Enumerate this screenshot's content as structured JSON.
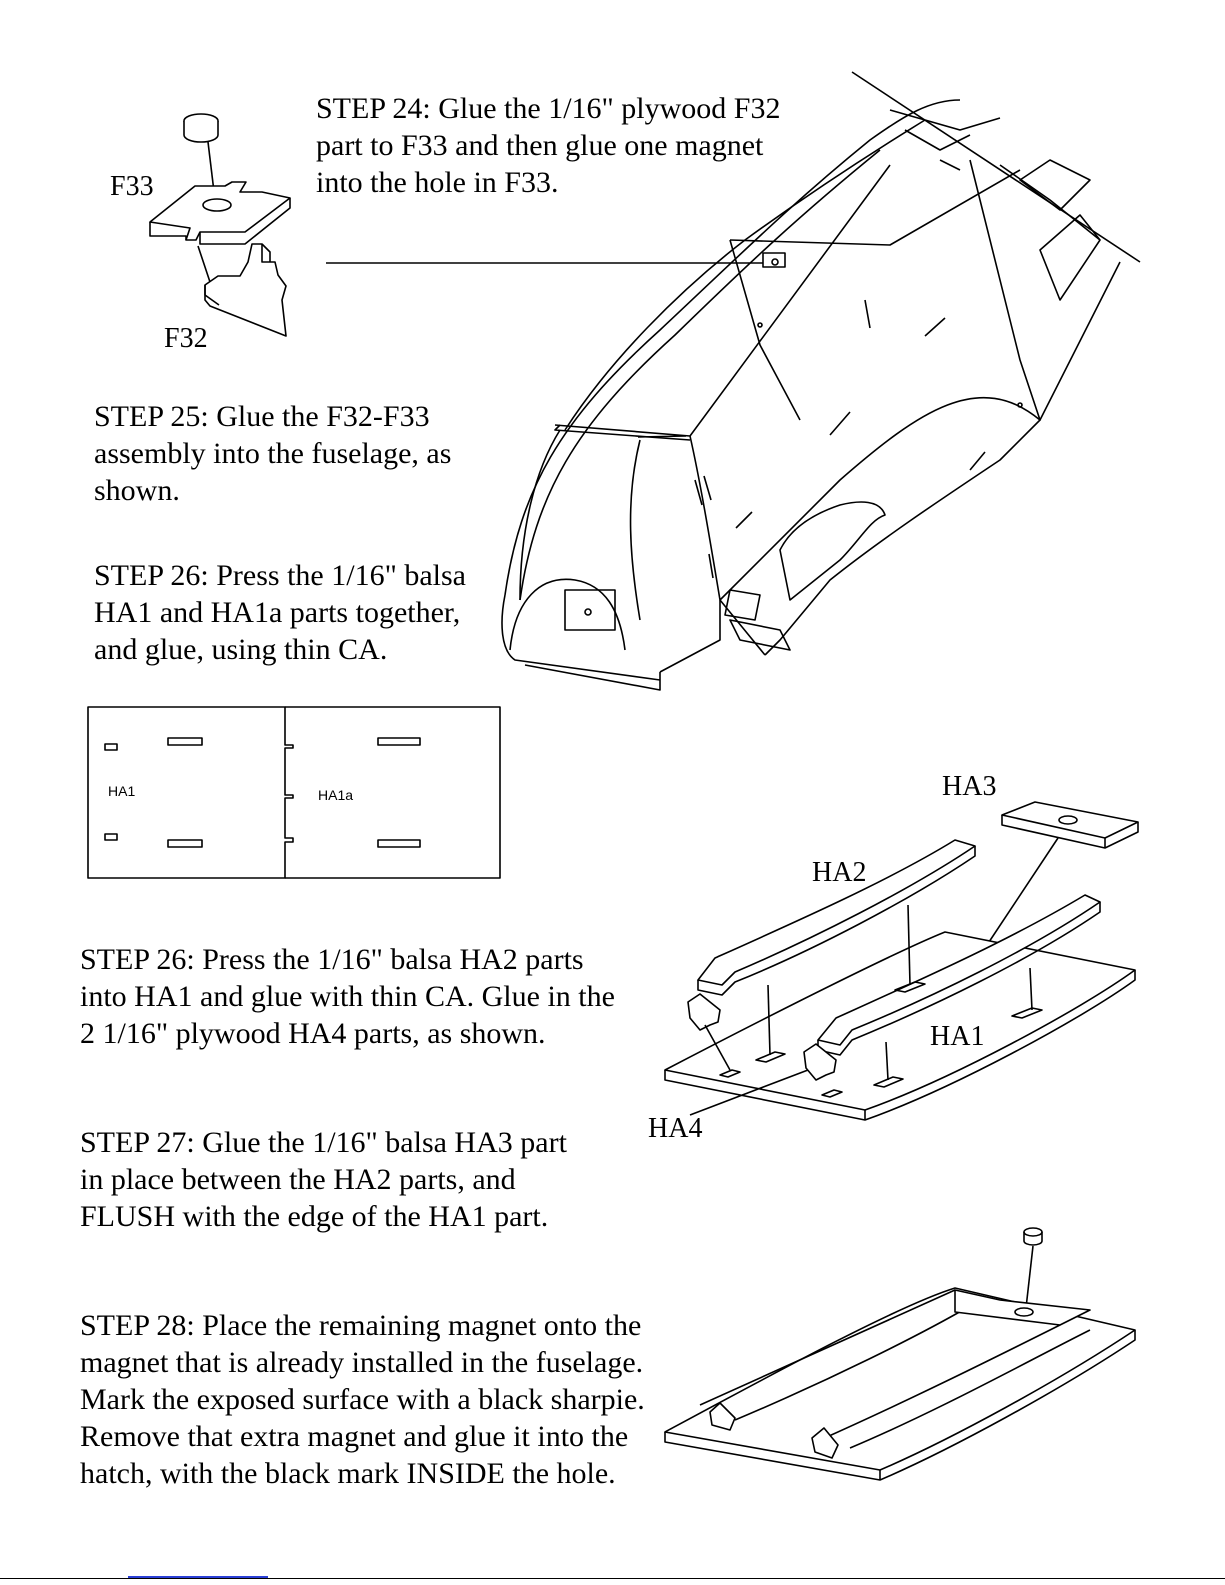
{
  "steps": {
    "step24": "STEP 24: Glue the 1/16\" plywood F32\npart to F33 and then glue one magnet\ninto the hole in F33.",
    "step25": "STEP 25: Glue the F32-F33\nassembly into the fuselage, as\nshown.",
    "step26a": "STEP 26: Press the 1/16\" balsa\nHA1 and HA1a parts together,\nand glue, using thin CA.",
    "step26b": "STEP 26: Press the 1/16\" balsa HA2 parts\ninto HA1 and glue with thin CA. Glue in the\n2 1/16\" plywood HA4 parts, as shown.",
    "step27": "STEP 27: Glue the 1/16\" balsa HA3 part\nin place between the HA2 parts, and\nFLUSH with the edge of the HA1 part.",
    "step28": "STEP 28: Place the remaining magnet onto the\nmagnet that is already installed in the fuselage.\nMark the exposed surface with a black sharpie.\nRemove that extra magnet and glue it into the\nhatch, with the black mark INSIDE the hole."
  },
  "labels": {
    "f33": "F33",
    "f32": "F32",
    "ha1_part": "HA1",
    "ha1a_part": "HA1a",
    "ha3": "HA3",
    "ha2": "HA2",
    "ha1": "HA1",
    "ha4": "HA4"
  }
}
